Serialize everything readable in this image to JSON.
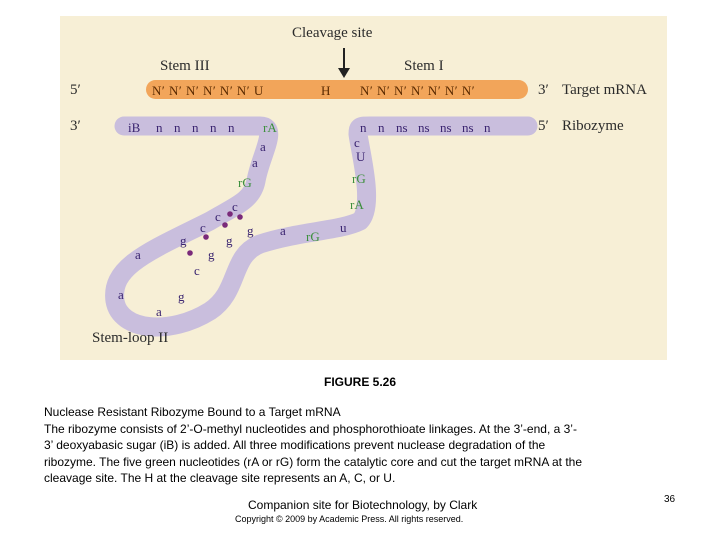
{
  "diagram": {
    "labels": {
      "cleavage_site": "Cleavage site",
      "stem3": "Stem III",
      "stem1": "Stem I",
      "stemloop2": "Stem-loop II",
      "five_prime_top": "5′",
      "three_prime_right_top": "3′",
      "target_mrna": "Target mRNA",
      "three_prime_left_bottom": "3′",
      "five_prime_right_bottom": "5′",
      "ribozyme": "Ribozyme"
    },
    "target_left_seq": "N′ N′ N′ N′ N′ N′ U",
    "target_h": "H",
    "target_right_seq": "N′ N′ N′ N′ N′ N′ N′",
    "ribo_left": [
      "iB",
      "n",
      "n",
      "n",
      "n",
      "n",
      "rA"
    ],
    "ribo_right": [
      "n",
      "n",
      "ns",
      "ns",
      "ns",
      "ns",
      "n"
    ],
    "loop_nucleotides": [
      "a",
      "a",
      "rG",
      "c",
      "c",
      "c",
      "g",
      "g",
      "g",
      "g",
      "a",
      "c",
      "a",
      "g",
      "a",
      "c",
      "U",
      "rG",
      "rA",
      "u",
      "a",
      "rG"
    ],
    "colors": {
      "target_strand": "#f2a55a",
      "ribozyme_strand": "#c9bedd",
      "catalytic_green": "#3c8f3c",
      "base_pair_dot": "#7a2a7a"
    }
  },
  "figure": {
    "title": "FIGURE 5.26",
    "caption_lines": [
      "Nuclease Resistant Ribozyme Bound to a Target mRNA",
      "The ribozyme consists of 2’-O-methyl nucleotides and phosphorothioate linkages. At the 3’-end, a 3’-",
      "3’ deoxyabasic sugar (iB) is added. All three modifications prevent nuclease degradation of the",
      "ribozyme. The five green nucleotides (rA or rG) form the catalytic core and cut the target mRNA at the",
      "cleavage site. The H at the cleavage site represents an A, C, or U."
    ]
  },
  "footer": {
    "companion": "Companion site for Biotechnology, by Clark",
    "copyright": "Copyright © 2009 by Academic Press. All rights reserved.",
    "page_number": "36"
  }
}
